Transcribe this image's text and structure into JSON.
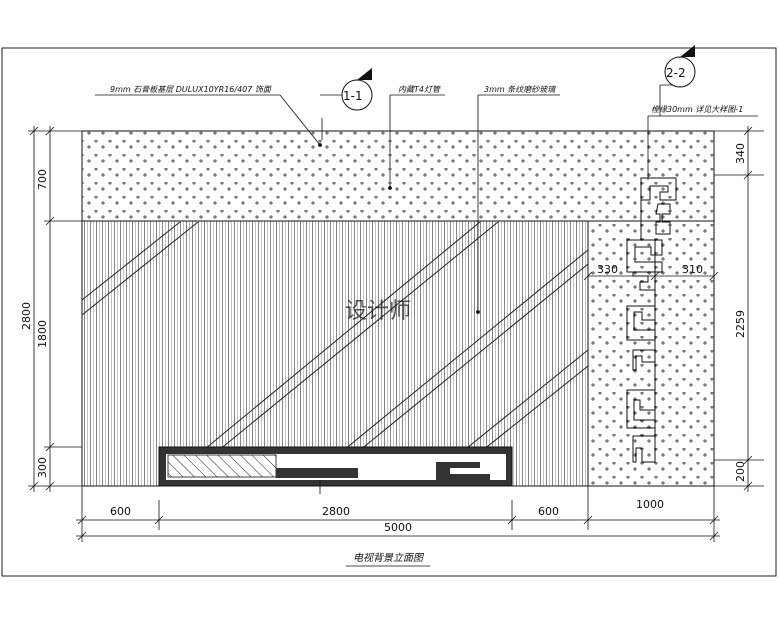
{
  "drawing": {
    "title": "电视背景立面图",
    "watermark": "设计师",
    "callouts": {
      "left_finish": "9mm 石膏板基层 DULUX10YR16/407 饰面",
      "light_tube": "内藏T4灯管",
      "glass": "3mm 条纹磨砂玻璃",
      "right_frame": "樘缘30mm 详见大样图-1"
    },
    "section_markers": [
      {
        "label": "1-1"
      },
      {
        "label": "2-2"
      }
    ],
    "dims_bottom": [
      "600",
      "2800",
      "600",
      "1000"
    ],
    "dim_total": "5000",
    "dims_left": [
      "700",
      "1800",
      "300"
    ],
    "dim_left_total": "2800",
    "dims_right": [
      "340",
      "2259",
      "200"
    ],
    "dims_mid": [
      "330",
      "310"
    ]
  },
  "colors": {
    "line": "#111111",
    "glass_hatch": "#333333"
  }
}
